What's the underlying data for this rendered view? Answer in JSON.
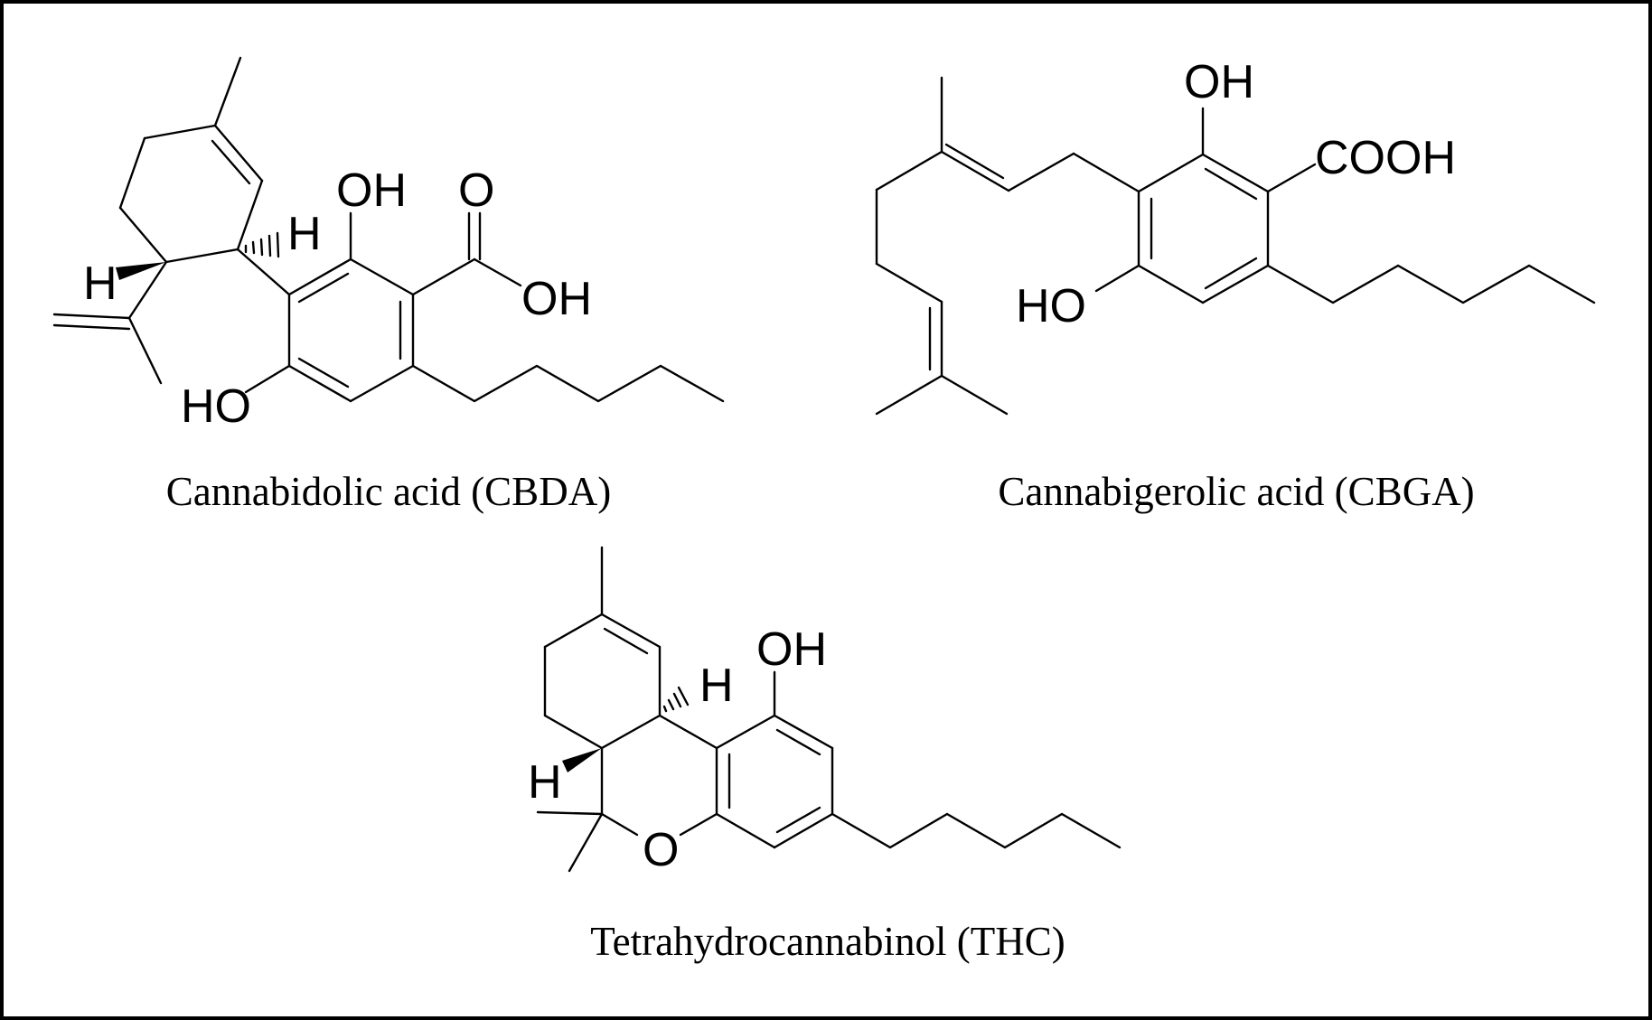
{
  "molecules": [
    {
      "caption": "Cannabidolic acid (CBDA)",
      "labels": {
        "oh_top": "OH",
        "carbonyl_o": "O",
        "acid_oh": "OH",
        "ho": "HO",
        "h_right": "H",
        "h_left": "H"
      }
    },
    {
      "caption": "Cannabigerolic acid (CBGA)",
      "labels": {
        "oh_top": "OH",
        "cooh": "COOH",
        "ho": "HO"
      }
    },
    {
      "caption": "Tetrahydrocannabinol (THC)",
      "labels": {
        "oh_top": "OH",
        "h_right": "H",
        "h_left": "H",
        "ring_o": "O"
      }
    }
  ],
  "colors": {
    "ink": "#000000",
    "background": "#ffffff"
  }
}
